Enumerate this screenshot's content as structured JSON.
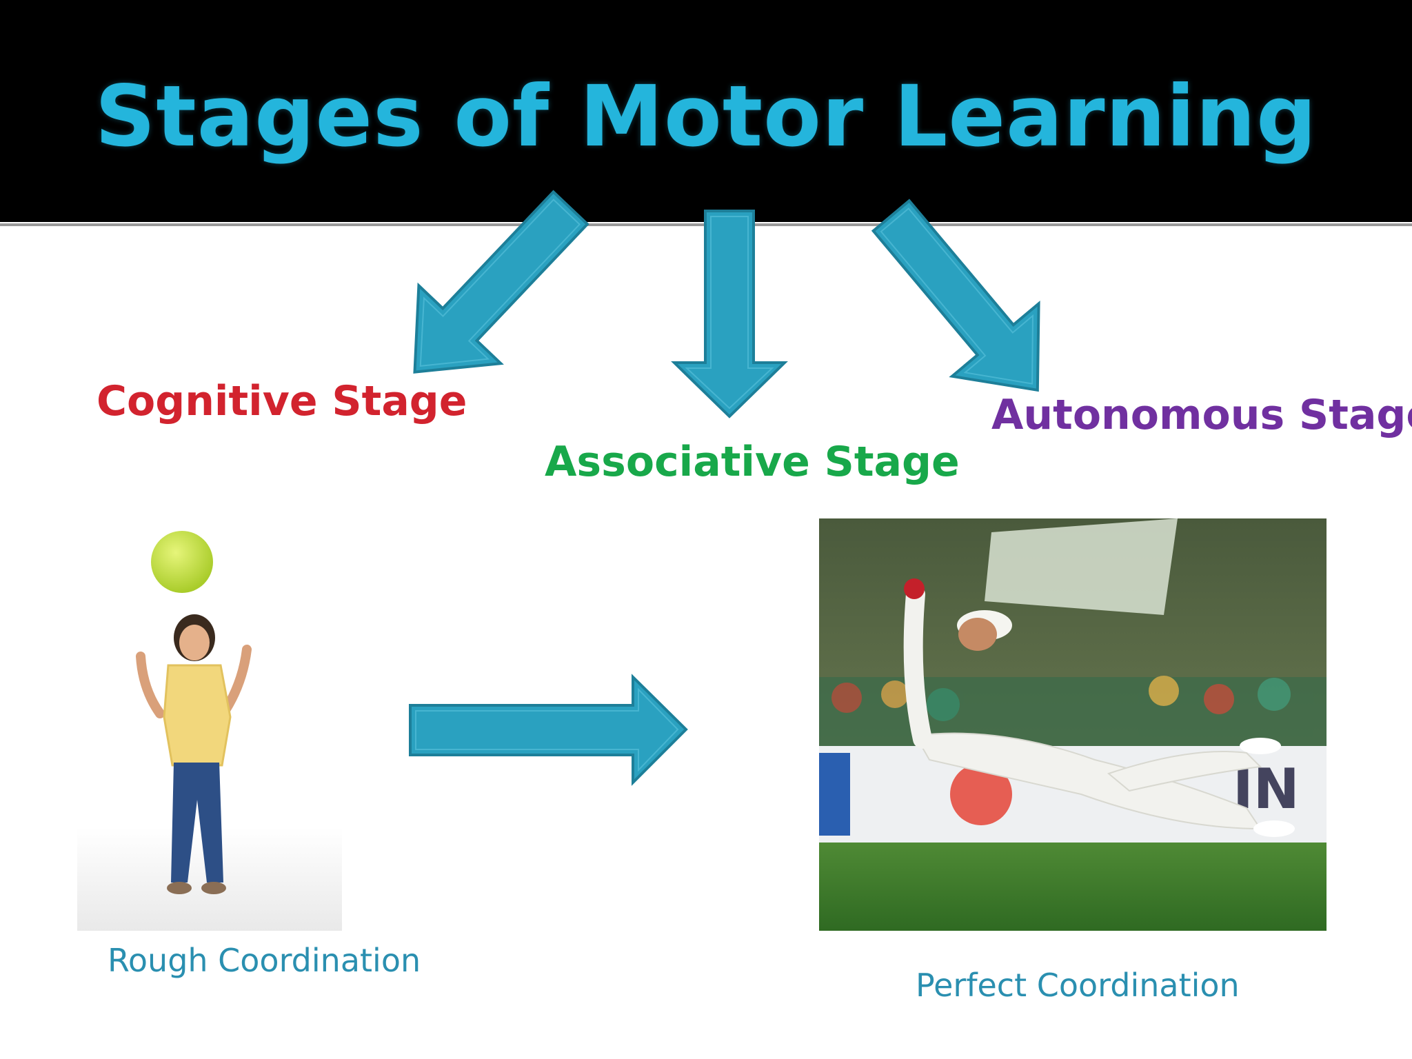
{
  "slide": {
    "title": "Stages of Motor Learning",
    "stages": {
      "cognitive": "Cognitive Stage",
      "associative": "Associative Stage",
      "autonomous": "Autonomous Stage"
    },
    "captions": {
      "rough": "Rough Coordination",
      "perfect": "Perfect Coordination"
    },
    "colors": {
      "title": "#24b5dc",
      "arrow_fill": "#2aa1c0",
      "arrow_stroke": "#1d7f99",
      "cognitive": "#d2232e",
      "associative": "#18a84a",
      "autonomous": "#7030a0",
      "caption": "#2a8fb0"
    }
  }
}
